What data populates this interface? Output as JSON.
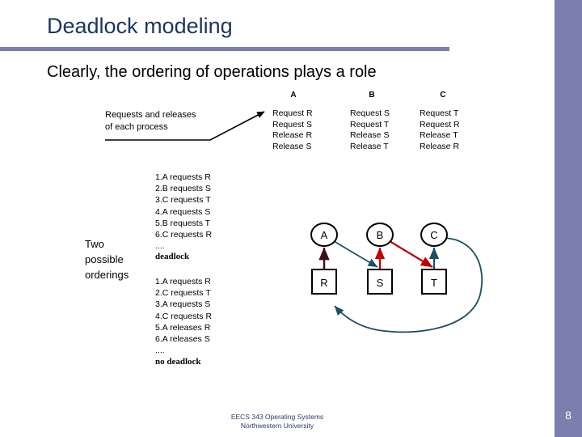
{
  "slide": {
    "title": "Deadlock modeling",
    "subtitle": "Clearly, the ordering of operations plays a role",
    "page_number": "8",
    "accent_color": "#7b7fad",
    "title_color": "#1b365d"
  },
  "caption": {
    "line1": "Requests and releases",
    "line2": "of each process"
  },
  "processes": [
    {
      "name": "A",
      "ops": [
        "Request R",
        "Request S",
        "Release R",
        "Release S"
      ]
    },
    {
      "name": "B",
      "ops": [
        "Request S",
        "Request T",
        "Release S",
        "Release T"
      ]
    },
    {
      "name": "C",
      "ops": [
        "Request T",
        "Request R",
        "Release T",
        "Release R"
      ]
    }
  ],
  "orderings_label": {
    "line1": "Two",
    "line2": "possible",
    "line3": "orderings"
  },
  "orderings": [
    {
      "steps": [
        "1.A requests R",
        "2.B requests S",
        "3.C requests T",
        "4.A requests S",
        "5.B requests T",
        "6.C requests R"
      ],
      "ellipsis": "....",
      "verdict": "deadlock"
    },
    {
      "steps": [
        "1.A requests R",
        "2.C requests T",
        "3.A requests S",
        "4.C requests R",
        "5.A releases R",
        "6.A releases S"
      ],
      "ellipsis": "....",
      "verdict": "no deadlock"
    }
  ],
  "graph": {
    "processes": [
      "A",
      "B",
      "C"
    ],
    "resources": [
      "R",
      "S",
      "T"
    ],
    "edges": [
      {
        "from": "R",
        "to": "A",
        "kind": "assignment",
        "color": "#3b0d1e"
      },
      {
        "from": "A",
        "to": "S",
        "kind": "request",
        "color": "#1f4e66"
      },
      {
        "from": "S",
        "to": "B",
        "kind": "assignment",
        "color": "#c00000"
      },
      {
        "from": "B",
        "to": "T",
        "kind": "request",
        "color": "#c00000"
      },
      {
        "from": "T",
        "to": "C",
        "kind": "assignment",
        "color": "#1f4e66"
      },
      {
        "from": "C",
        "to": "R",
        "kind": "request",
        "color": "#1f4e66"
      }
    ]
  },
  "footer": {
    "line1": "EECS 343 Operating Systems",
    "line2": "Northwestern University"
  }
}
